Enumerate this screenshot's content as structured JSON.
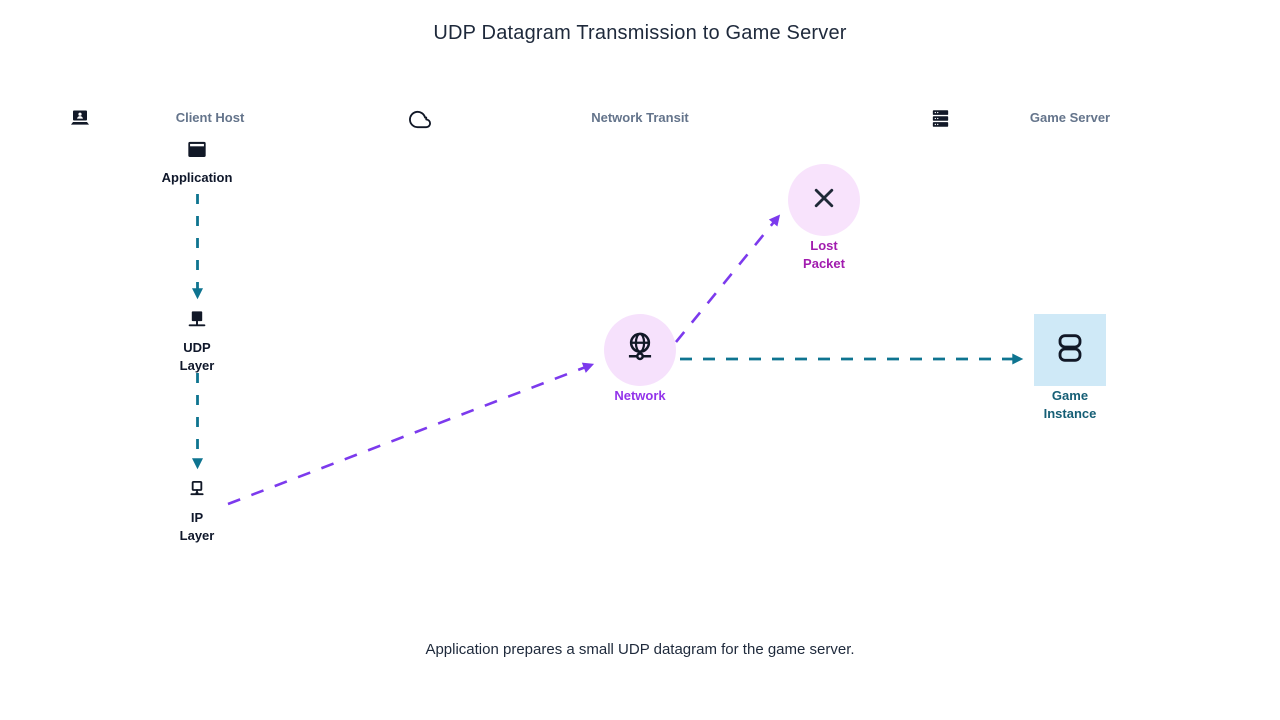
{
  "title": "UDP Datagram Transmission to Game Server",
  "caption": "Application prepares a small UDP datagram for the game server.",
  "lanes": {
    "client": {
      "label": "Client Host",
      "icon": "laptop-user-icon"
    },
    "transit": {
      "label": "Network Transit",
      "icon": "cloud-icon"
    },
    "server": {
      "label": "Game Server",
      "icon": "server-rack-icon"
    }
  },
  "nodes": {
    "application": {
      "label": "Application",
      "icon": "app-window-icon"
    },
    "udp": {
      "line1": "UDP",
      "line2": "Layer",
      "icon": "network-port-icon"
    },
    "ip": {
      "line1": "IP",
      "line2": "Layer",
      "icon": "network-port-outline-icon"
    },
    "network": {
      "label": "Network",
      "icon": "globe-network-icon"
    },
    "lost": {
      "line1": "Lost",
      "line2": "Packet",
      "icon": "x-icon"
    },
    "game": {
      "line1": "Game",
      "line2": "Instance",
      "icon": "database-icon"
    }
  },
  "edges": [
    {
      "from": "application",
      "to": "udp",
      "style": "dashed",
      "color": "#0e7490"
    },
    {
      "from": "udp",
      "to": "ip",
      "style": "dashed",
      "color": "#0e7490"
    },
    {
      "from": "ip",
      "to": "network",
      "style": "dashed",
      "color": "#7c3aed"
    },
    {
      "from": "network",
      "to": "lost",
      "style": "dashed",
      "color": "#7c3aed"
    },
    {
      "from": "network",
      "to": "game",
      "style": "dashed",
      "color": "#0e7490"
    }
  ],
  "colors": {
    "heading": "#1e293b",
    "lane_label": "#64748b",
    "node_label": "#0f172a",
    "flow_teal": "#0e7490",
    "flow_purple": "#7c3aed",
    "network_label": "#9333ea",
    "network_bg": "#f6e1fc",
    "lost_label": "#a21caf",
    "lost_bg": "#f8e3fc",
    "game_label": "#155e75",
    "game_bg": "#cfe9f7"
  }
}
